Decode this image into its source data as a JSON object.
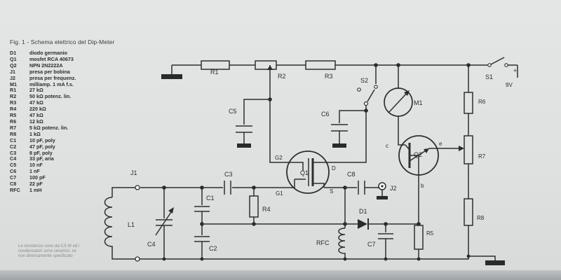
{
  "caption": "Fig. 1 - Schema elettrico del Dip-Meter",
  "legend": [
    {
      "sym": "D1",
      "desc": "diodo germanio"
    },
    {
      "sym": "Q1",
      "desc": "mosfet RCA 40673"
    },
    {
      "sym": "Q2",
      "desc": "NPN 2N2222A"
    },
    {
      "sym": "J1",
      "desc": "presa per bobina"
    },
    {
      "sym": "J2",
      "desc": "presa per frequenz."
    },
    {
      "sym": "M1",
      "desc": "milliamp. 1 mA f.s."
    },
    {
      "sym": "R1",
      "desc": "27 kΩ"
    },
    {
      "sym": "R2",
      "desc": "50 kΩ potenz. lin."
    },
    {
      "sym": "R3",
      "desc": "47 kΩ"
    },
    {
      "sym": "R4",
      "desc": "220 kΩ"
    },
    {
      "sym": "R5",
      "desc": "47 kΩ"
    },
    {
      "sym": "R6",
      "desc": "12 kΩ"
    },
    {
      "sym": "R7",
      "desc": "5 kΩ potenz. lin."
    },
    {
      "sym": "R8",
      "desc": "1 kΩ"
    },
    {
      "sym": "C1",
      "desc": "10 pF, poly"
    },
    {
      "sym": "C2",
      "desc": "47 pF, poly"
    },
    {
      "sym": "C3",
      "desc": "8 pF, poly"
    },
    {
      "sym": "C4",
      "desc": "33 pF, aria"
    },
    {
      "sym": "C5",
      "desc": "10 nF"
    },
    {
      "sym": "C6",
      "desc": "1 nF"
    },
    {
      "sym": "C7",
      "desc": "100 pF"
    },
    {
      "sym": "C8",
      "desc": "22 pF"
    },
    {
      "sym": "RFC",
      "desc": "1 mH"
    }
  ],
  "note": "Le resistenze sono da 0,5 W ed i condensatori sono ceramici, se non diversamente specificato",
  "labels": {
    "r1": "R1",
    "r2": "R2",
    "r3": "R3",
    "r5": "R5",
    "r6": "R6",
    "r7": "R7",
    "r8": "R8",
    "r4": "R4",
    "s1": "S1",
    "s2": "S2",
    "plus": "+",
    "supply": "9V",
    "m1": "M1",
    "c5": "C5",
    "c6": "C6",
    "c3": "C3",
    "c8": "C8",
    "c1": "C1",
    "c2": "C2",
    "c4": "C4",
    "c7": "C7",
    "g2": "G2",
    "g1": "G1",
    "q1": "Q1",
    "d": "D",
    "s": "S",
    "q2": "Q2",
    "qc": "c",
    "qe": "e",
    "qb": "b",
    "j1": "J1",
    "j2": "J2",
    "l1": "L1",
    "d1": "D1",
    "rfc": "RFC"
  }
}
